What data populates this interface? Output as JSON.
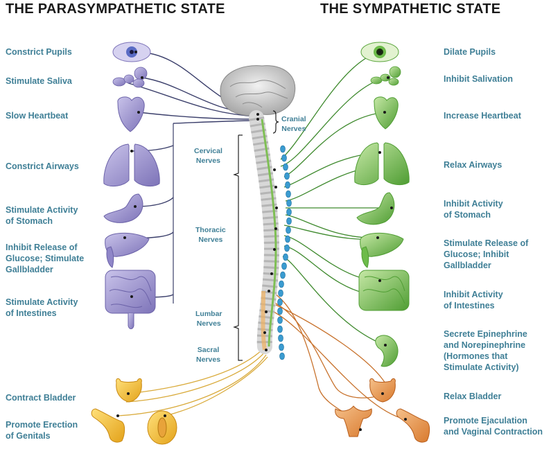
{
  "titles": {
    "left": "THE PARASYMPATHETIC STATE",
    "right": "THE SYMPATHETIC STATE"
  },
  "parasympathetic": [
    "Constrict Pupils",
    "Stimulate Saliva",
    "Slow Heartbeat",
    "Constrict Airways",
    "Stimulate Activity\nof Stomach",
    "Inhibit Release of\nGlucose; Stimulate\nGallbladder",
    "Stimulate Activity\nof Intestines",
    "Contract Bladder",
    "Promote Erection\nof Genitals"
  ],
  "sympathetic": [
    "Dilate Pupils",
    "Inhibit Salivation",
    "Increase Heartbeat",
    "Relax Airways",
    "Inhibit Activity\nof Stomach",
    "Stimulate Release of\nGlucose; Inhibit\nGallbladder",
    "Inhibit Activity\nof Intestines",
    "Secrete Epinephrine\nand Norepinephrine\n(Hormones that\nStimulate Activity)",
    "Relax Bladder",
    "Promote Ejaculation\nand Vaginal Contraction"
  ],
  "nerves": {
    "cranial": "Cranial\nNerves",
    "cervical": "Cervical\nNerves",
    "thoracic": "Thoracic\nNerves",
    "lumbar": "Lumbar\nNerves",
    "sacral": "Sacral\nNerves"
  },
  "colors": {
    "parasympathetic_organs": "#8f86c8",
    "sympathetic_organs": "#6dbb4a",
    "label_text": "#3f7f96",
    "ganglia": "#3a9bd0",
    "pelvic_nerves": "#d99a2b",
    "sympathetic_pelvic_nerves": "#c8732e"
  }
}
